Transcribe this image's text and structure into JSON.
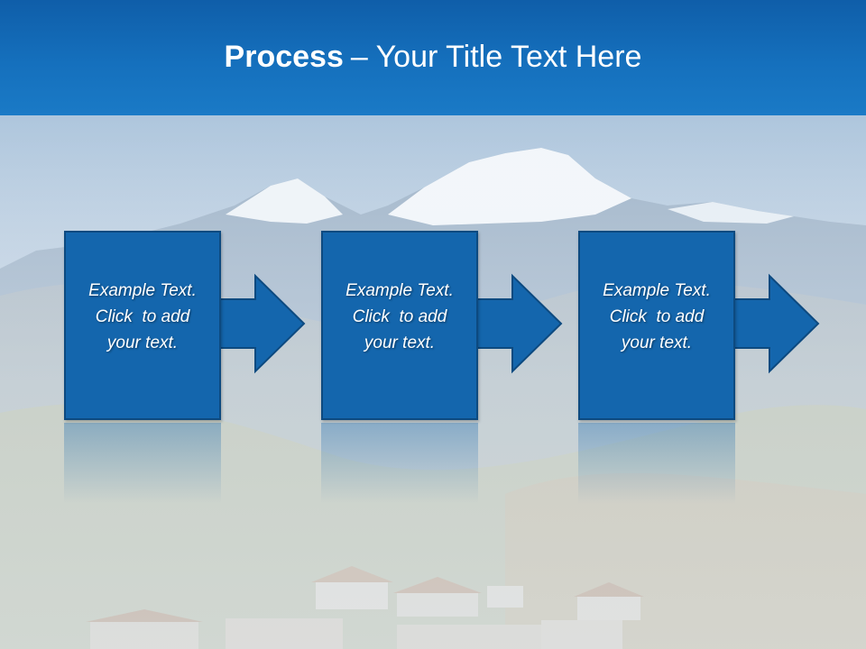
{
  "slide": {
    "title_bold": "Process",
    "title_rest": "– Your Title Text Here"
  },
  "steps": [
    {
      "line1": "Example Text.",
      "line2": "Click  to add",
      "line3": "your text."
    },
    {
      "line1": "Example Text.",
      "line2": "Click  to add",
      "line3": "your text."
    },
    {
      "line1": "Example Text.",
      "line2": "Click  to add",
      "line3": "your text."
    }
  ],
  "colors": {
    "title_bar": "#1570bd",
    "box_fill": "#1466ad",
    "box_border": "#0d4a80"
  }
}
